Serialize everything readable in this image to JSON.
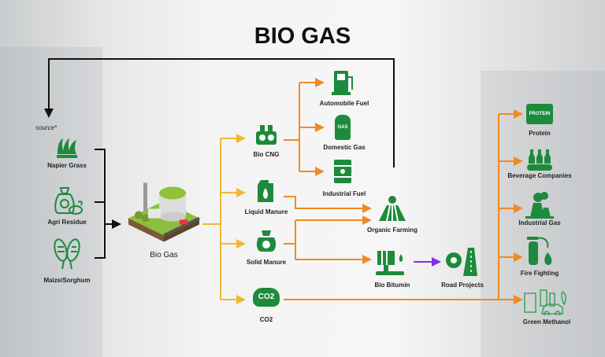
{
  "title": "BIO GAS",
  "source_label": "source*",
  "feedstock": [
    {
      "label": "Napier Grass",
      "icon": "grass-icon"
    },
    {
      "label": "Agri Residue",
      "icon": "sack-icon"
    },
    {
      "label": "Maize/Sorghum",
      "icon": "corn-icon"
    }
  ],
  "center": {
    "label": "Bio Gas",
    "icon": "biogas-plant-icon"
  },
  "products": [
    {
      "label": "Bio CNG"
    },
    {
      "label": "Liquid Manure"
    },
    {
      "label": "Solid Manure"
    },
    {
      "label": "CO2",
      "icon_text": "CO2"
    }
  ],
  "cng_uses": [
    {
      "label": "Automobile Fuel"
    },
    {
      "label": "Domestic Gas",
      "icon_text": "GAS"
    },
    {
      "label": "Industrial Fuel"
    }
  ],
  "manure_uses": {
    "organic_farming": "Organic Farming",
    "bio_bitumin": "Bio Bitumin",
    "road_projects": "Road Projects"
  },
  "co2_uses": [
    {
      "label": "Protein",
      "icon_text": "PROTEIN"
    },
    {
      "label": "Beverage Companies"
    },
    {
      "label": "Industrial Gas"
    },
    {
      "label": "Fire Fighting"
    },
    {
      "label": "Green Methanol"
    }
  ],
  "colors": {
    "green": "#1e8a3c",
    "orange": "#f08a24",
    "yellow": "#f2b632",
    "purple": "#8a2be2",
    "black": "#111111"
  }
}
